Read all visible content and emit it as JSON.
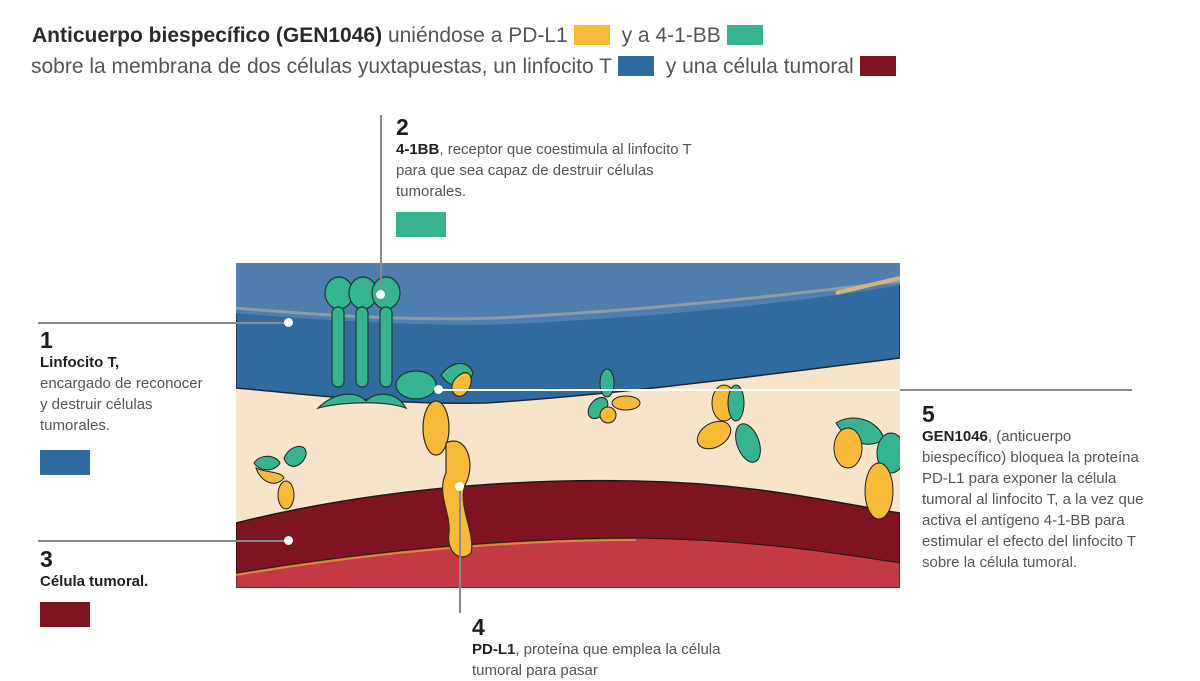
{
  "header": {
    "title_bold": "Anticuerpo biespecífico (GEN1046)",
    "title_rest": "uniéndose a PD-L1",
    "and_4_1bb": "y a 4-1-BB",
    "line2_text": "sobre la membrana de dos células yuxtapuestas, un linfocito T",
    "and_tumor": "y una célula tumoral"
  },
  "colors": {
    "pdl1": "#f7b938",
    "bb41": "#36b390",
    "linfocito": "#2f6b9e",
    "tumoral": "#7e1421",
    "cytoplasm": "#f8e3cb",
    "tumor_inner": "#c43a44"
  },
  "callouts": [
    {
      "num": "1",
      "bold": "Linfocito T,",
      "text": "encargado de reconocer y destruir células tumorales.",
      "swatch": "linfocito"
    },
    {
      "num": "2",
      "bold": "4-1BB",
      "text": ", receptor que coestimula al linfocito T para que sea capaz de destruir células tumorales.",
      "swatch": "bb41"
    },
    {
      "num": "3",
      "bold": "Célula tumoral.",
      "text": "",
      "swatch": "tumoral"
    },
    {
      "num": "4",
      "bold": "PD-L1",
      "text": ", proteína que emplea la célula tumoral para pasar"
    },
    {
      "num": "5",
      "bold": "GEN1046",
      "text": ", (anticuerpo biespecífico) bloquea la proteína PD-L1 para exponer la célula tumoral al linfocito T, a la vez que activa el antígeno 4-1-BB para estimular el efecto del linfocito T sobre la célula tumoral."
    }
  ]
}
